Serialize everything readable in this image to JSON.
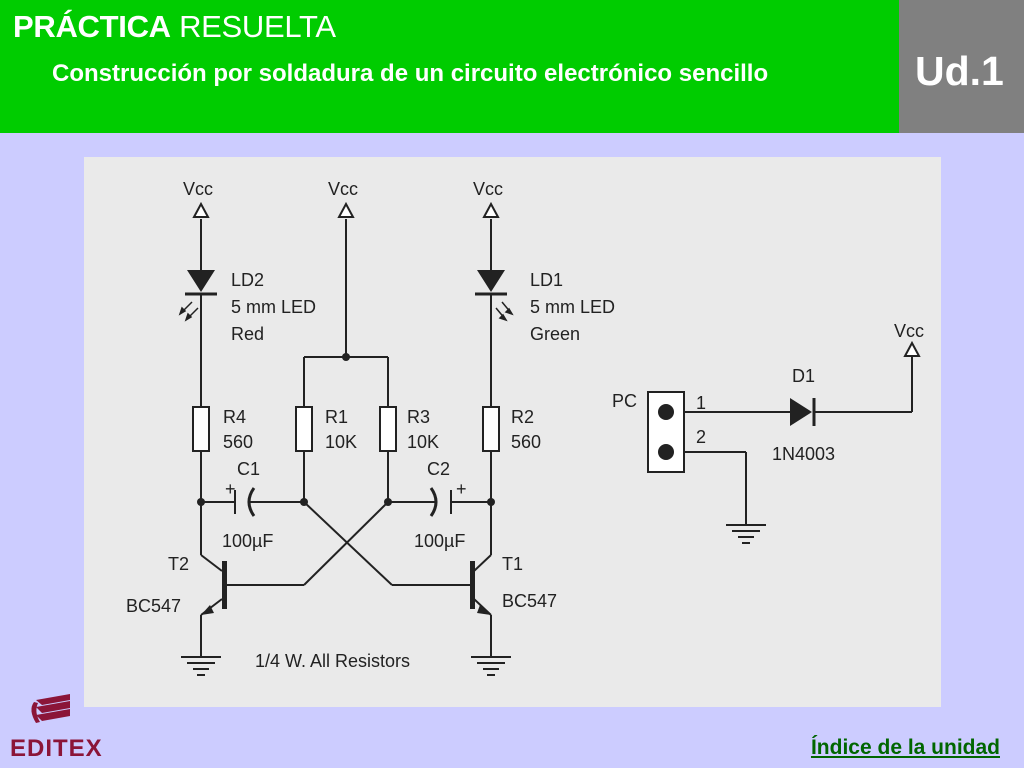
{
  "header": {
    "title_bold": "PRÁCTICA",
    "title_rest": "RESUELTA",
    "subtitle": "Construcción por soldadura de un circuito electrónico sencillo",
    "unit": "Ud.1"
  },
  "schematic": {
    "vcc": "Vcc",
    "ld2": {
      "name": "LD2",
      "size": "5 mm LED",
      "color": "Red"
    },
    "ld1": {
      "name": "LD1",
      "size": "5 mm LED",
      "color": "Green"
    },
    "r4": {
      "name": "R4",
      "value": "560"
    },
    "r1": {
      "name": "R1",
      "value": "10K"
    },
    "r3": {
      "name": "R3",
      "value": "10K"
    },
    "r2": {
      "name": "R2",
      "value": "560"
    },
    "c1": {
      "name": "C1",
      "value": "100µF",
      "polarity": "+"
    },
    "c2": {
      "name": "C2",
      "value": "100µF",
      "polarity": "+"
    },
    "t2": {
      "name": "T2",
      "model": "BC547"
    },
    "t1": {
      "name": "T1",
      "model": "BC547"
    },
    "note": "1/4 W. All Resistors",
    "pc": {
      "label": "PC",
      "pin1": "1",
      "pin2": "2"
    },
    "d1": {
      "name": "D1",
      "model": "1N4003"
    }
  },
  "logo": {
    "text": "EDITEX"
  },
  "footer": {
    "link": "Índice de la unidad"
  }
}
